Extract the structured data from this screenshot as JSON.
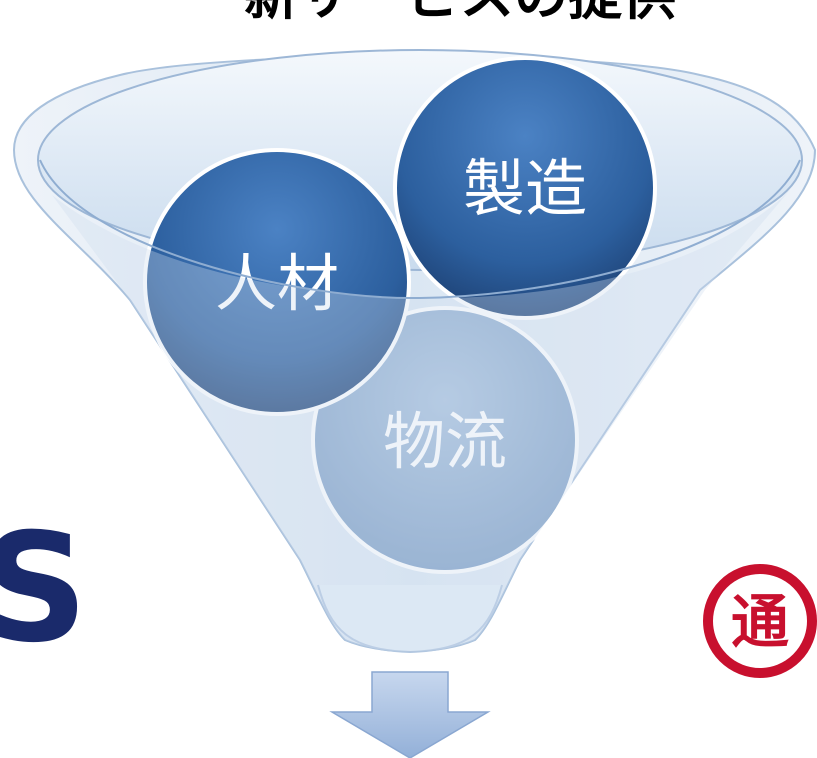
{
  "title": "新サービスの提供",
  "circles": [
    {
      "label": "製造"
    },
    {
      "label": "人材"
    },
    {
      "label": "物流"
    }
  ],
  "left_logo": {
    "text": "S",
    "color": "#1a2a6b"
  },
  "right_logo": {
    "text": "通",
    "color": "#c8102e"
  },
  "colors": {
    "funnel_fill": "#d8e6f4",
    "funnel_stroke": "#a9c1dc",
    "circle_dark": "#2e5f9e",
    "circle_light": "#7ea0c6",
    "arrow": "#9fb9dd"
  },
  "icons": {
    "output_arrow": "down-arrow-icon"
  }
}
